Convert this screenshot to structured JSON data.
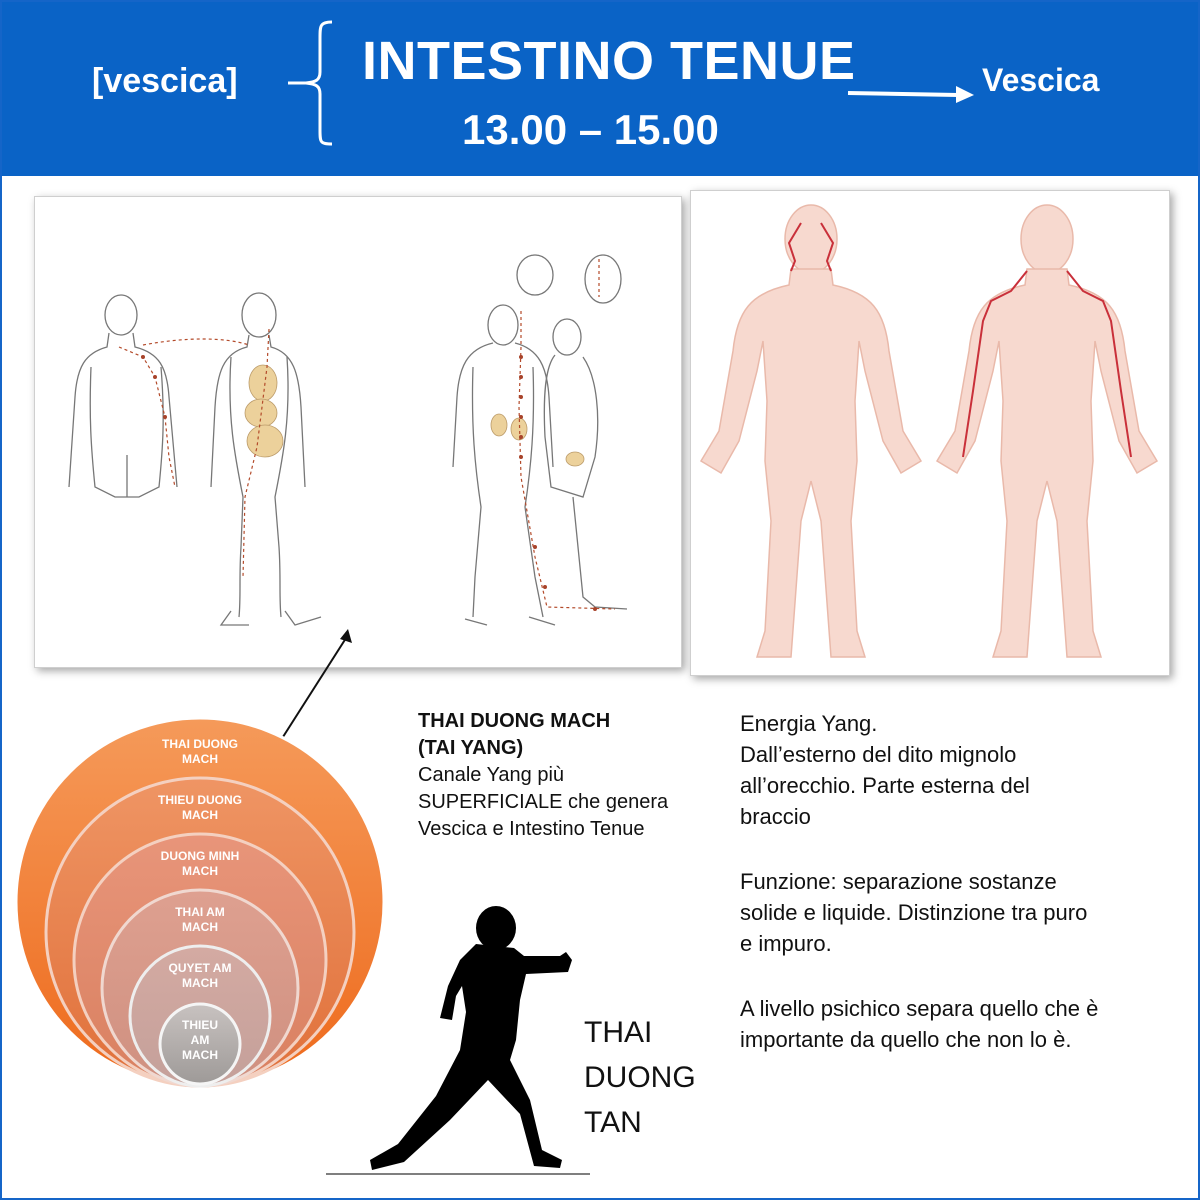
{
  "header": {
    "previous": "[vescica]",
    "title": "INTESTINO TENUE",
    "time": "13.00 – 15.00",
    "next": "Vescica",
    "bg_color": "#0a63c6"
  },
  "circles": [
    {
      "label_1": "THAI DUONG",
      "label_2": "MACH"
    },
    {
      "label_1": "THIEU DUONG",
      "label_2": "MACH"
    },
    {
      "label_1": "DUONG MINH",
      "label_2": "MACH"
    },
    {
      "label_1": "THAI AM",
      "label_2": "MACH"
    },
    {
      "label_1": "QUYET AM",
      "label_2": "MACH"
    },
    {
      "label_1": "THIEU",
      "label_2": "AM",
      "label_3": "MACH"
    }
  ],
  "meridian": {
    "name_1": "THAI DUONG MACH",
    "name_2": "(TAI YANG)",
    "desc_1": "Canale Yang più",
    "desc_2": "SUPERFICIALE che genera",
    "desc_3": "Vescica e Intestino Tenue"
  },
  "description": {
    "l1": "Energia Yang.",
    "l2": "Dall’esterno del dito mignolo",
    "l3": "all’orecchio. Parte esterna del",
    "l4": "braccio",
    "f1": "Funzione: separazione sostanze",
    "f2": "solide e liquide. Distinzione tra puro",
    "f3": "e impuro.",
    "s1": "A livello psichico separa quello che è",
    "s2": "importante da quello che non lo è."
  },
  "stance": {
    "w1": "THAI",
    "w2": "DUONG",
    "w3": "TAN"
  }
}
